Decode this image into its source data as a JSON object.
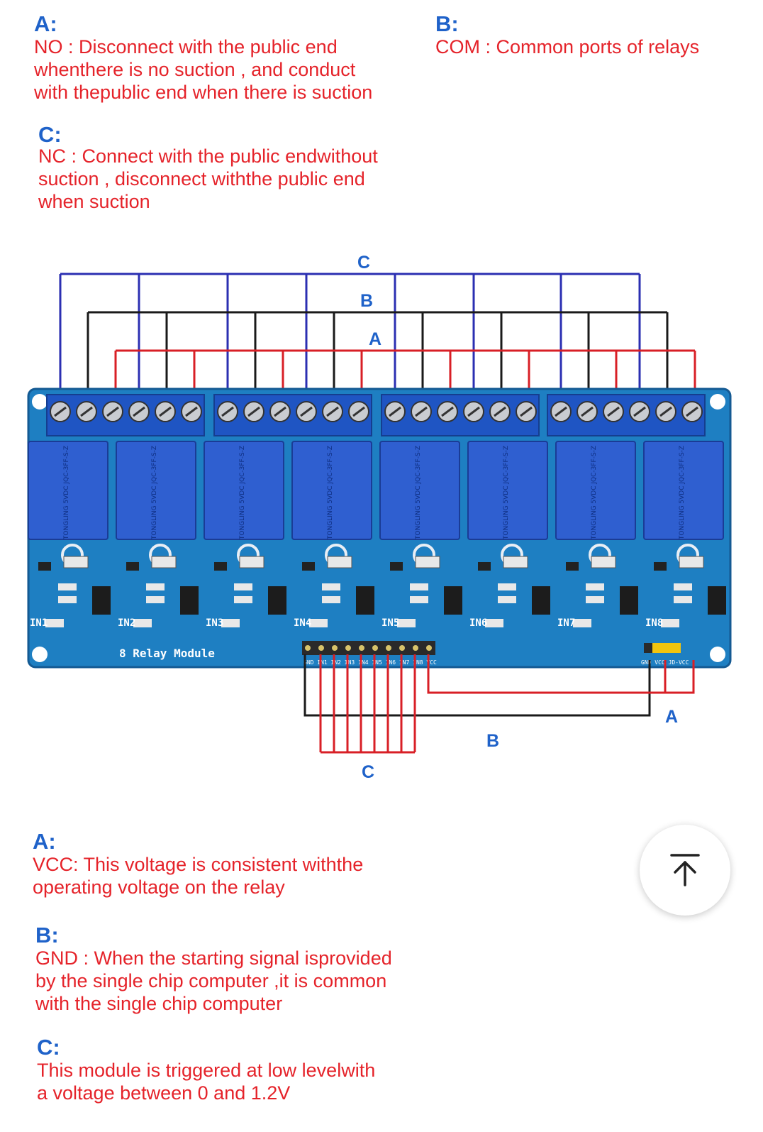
{
  "top": {
    "a_head": "A:",
    "a_lines": [
      "NO : Disconnect with the public end",
      "whenthere is no suction , and conduct",
      "with thepublic end when there is suction"
    ],
    "b_head": "B:",
    "b_lines": [
      "COM : Common ports of relays"
    ],
    "c_head": "C:",
    "c_lines": [
      "NC : Connect with the public endwithout",
      "suction , disconnect withthe public end",
      "when suction"
    ]
  },
  "diagram": {
    "top_labels": [
      "C",
      "B",
      "A"
    ],
    "bottom_labels": [
      "A",
      "B",
      "C"
    ],
    "input_pins": [
      "IN1",
      "IN2",
      "IN3",
      "IN4",
      "IN5",
      "IN6",
      "IN7",
      "IN8"
    ],
    "module_name": "8 Relay Module",
    "header_pins": "GND IN1 IN2 IN3 IN4 IN5 IN6 IN7 IN8 VCC",
    "power_pins": "GND VCC JD-VCC",
    "relay_brand": "TONGLING",
    "relay_model": "JQC-3FF-S-Z",
    "relay_voltage": "5VDC",
    "colors": {
      "c_wire": "#2b2fb2",
      "b_wire": "#1a1a1a",
      "a_wire": "#d81f26",
      "board": "#1e7fc2",
      "terminal": "#1f55c3",
      "relay": "#2f5fd0"
    }
  },
  "bottom": {
    "a_head": "A:",
    "a_lines": [
      "VCC: This voltage is consistent withthe",
      "operating voltage on the relay"
    ],
    "b_head": "B:",
    "b_lines": [
      "GND : When the starting signal isprovided",
      "by the single chip computer ,it is common",
      "with the single chip computer"
    ],
    "c_head": "C:",
    "c_lines": [
      "This module is triggered at low levelwith",
      "a voltage between 0 and 1.2V"
    ]
  },
  "ui": {
    "back_to_top_icon": "arrow-up-to-top-icon"
  }
}
